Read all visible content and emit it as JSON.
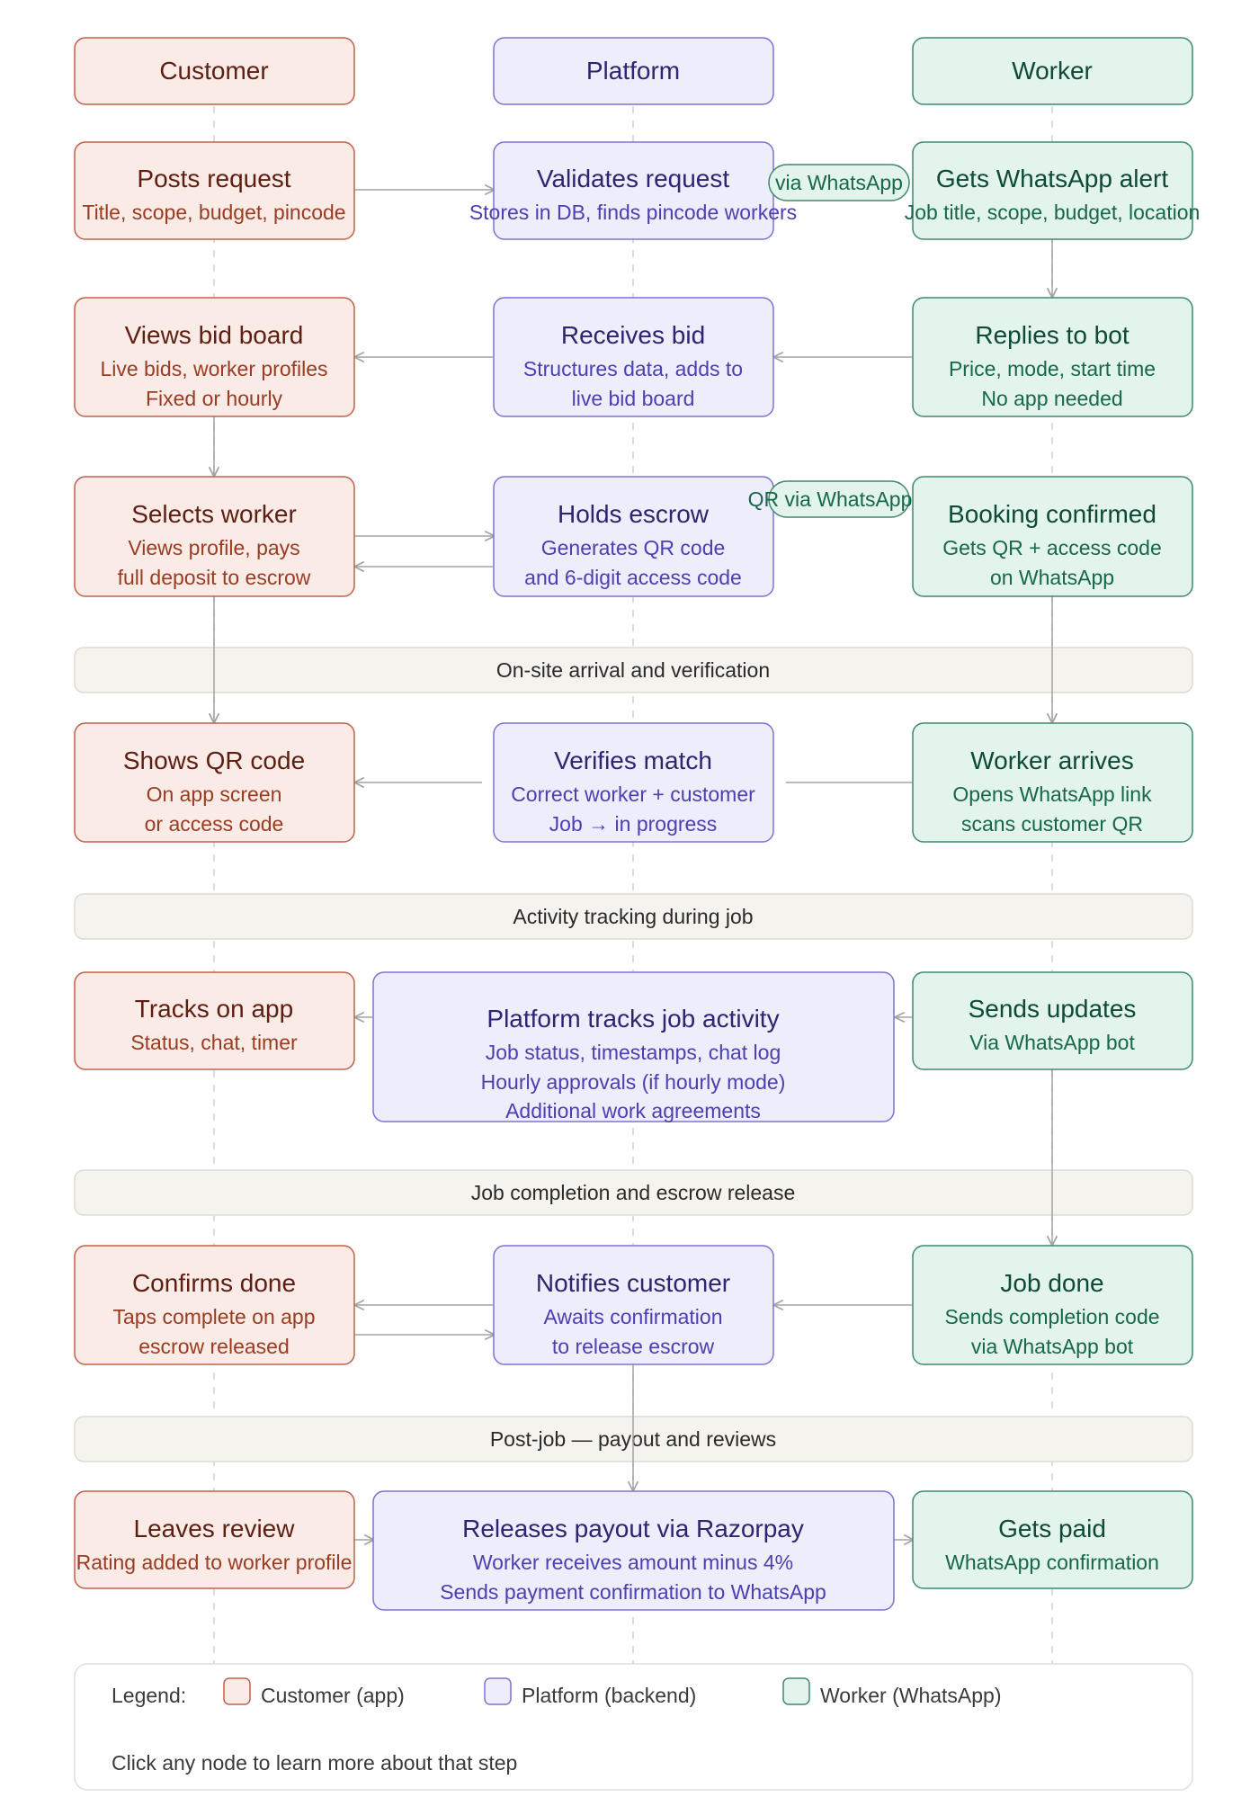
{
  "colors": {
    "customer": {
      "fill": "#faebe6",
      "stroke": "#c0604a",
      "title": "#5e1f12",
      "sub": "#993c22"
    },
    "platform": {
      "fill": "#eeedfc",
      "stroke": "#7b73d4",
      "title": "#2c2670",
      "sub": "#4a40b0"
    },
    "worker": {
      "fill": "#e2f4ec",
      "stroke": "#3f8a6b",
      "title": "#0e4a36",
      "sub": "#17684a"
    },
    "band": {
      "fill": "#f4f3ee",
      "stroke": "#dddcd4",
      "text": "#2a2a2a"
    },
    "arrow": "#a3a3a3",
    "lane": "#dcdcdc"
  },
  "lanes": {
    "customer": "Customer",
    "platform": "Platform",
    "worker": "Worker"
  },
  "nodes": {
    "posts_request": {
      "title": "Posts request",
      "lines": [
        "Title, scope, budget, pincode"
      ]
    },
    "validates_request": {
      "title": "Validates request",
      "lines": [
        "Stores in DB, finds pincode workers"
      ]
    },
    "gets_alert": {
      "title": "Gets WhatsApp alert",
      "lines": [
        "Job title, scope, budget, location"
      ]
    },
    "views_bid_board": {
      "title": "Views bid board",
      "lines": [
        "Live bids, worker profiles",
        "Fixed or hourly"
      ]
    },
    "receives_bid": {
      "title": "Receives bid",
      "lines": [
        "Structures data, adds to",
        "live bid board"
      ]
    },
    "replies_bot": {
      "title": "Replies to bot",
      "lines": [
        "Price, mode, start time",
        "No app needed"
      ]
    },
    "selects_worker": {
      "title": "Selects worker",
      "lines": [
        "Views profile, pays",
        "full deposit to escrow"
      ]
    },
    "holds_escrow": {
      "title": "Holds escrow",
      "lines": [
        "Generates QR code",
        "and 6-digit access code"
      ]
    },
    "booking_confirmed": {
      "title": "Booking confirmed",
      "lines": [
        "Gets QR + access code",
        "on WhatsApp"
      ]
    },
    "shows_qr": {
      "title": "Shows QR code",
      "lines": [
        "On app screen",
        "or access code"
      ]
    },
    "verifies_match": {
      "title": "Verifies match",
      "lines": [
        "Correct worker + customer",
        "Job → in progress"
      ]
    },
    "worker_arrives": {
      "title": "Worker arrives",
      "lines": [
        "Opens WhatsApp link",
        "scans customer QR"
      ]
    },
    "tracks_app": {
      "title": "Tracks on app",
      "lines": [
        "Status, chat, timer"
      ]
    },
    "platform_tracks": {
      "title": "Platform tracks job activity",
      "lines": [
        "Job status, timestamps, chat log",
        "Hourly approvals (if hourly mode)",
        "Additional work agreements"
      ]
    },
    "sends_updates": {
      "title": "Sends updates",
      "lines": [
        "Via WhatsApp bot"
      ]
    },
    "confirms_done": {
      "title": "Confirms done",
      "lines": [
        "Taps complete on app",
        "escrow released"
      ]
    },
    "notifies_customer": {
      "title": "Notifies customer",
      "lines": [
        "Awaits confirmation",
        "to release escrow"
      ]
    },
    "job_done": {
      "title": "Job done",
      "lines": [
        "Sends completion code",
        "via WhatsApp bot"
      ]
    },
    "leaves_review": {
      "title": "Leaves review",
      "lines": [
        "Rating added to worker profile"
      ]
    },
    "releases_payout": {
      "title": "Releases payout via Razorpay",
      "lines": [
        "Worker receives amount minus 4%",
        "Sends payment confirmation to WhatsApp"
      ]
    },
    "gets_paid": {
      "title": "Gets paid",
      "lines": [
        "WhatsApp confirmation"
      ]
    }
  },
  "edge_labels": {
    "via_whatsapp": "via WhatsApp",
    "qr_via_whatsapp": "QR via WhatsApp"
  },
  "bands": {
    "arrival": "On-site arrival and verification",
    "activity": "Activity tracking during job",
    "completion": "Job completion and escrow release",
    "postjob": "Post-job — payout and reviews"
  },
  "legend": {
    "label": "Legend:",
    "customer": "Customer (app)",
    "platform": "Platform (backend)",
    "worker": "Worker (WhatsApp)",
    "hint": "Click any node to learn more about that step"
  }
}
